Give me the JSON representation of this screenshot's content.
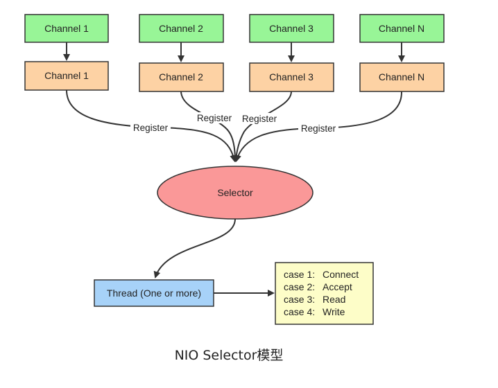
{
  "diagram": {
    "top_channels": [
      "Channel 1",
      "Channel 2",
      "Channel 3",
      "Channel N"
    ],
    "registered_channels": [
      "Channel 1",
      "Channel 2",
      "Channel 3",
      "Channel N"
    ],
    "register_labels": [
      "Register",
      "Register",
      "Register",
      "Register"
    ],
    "selector_label": "Selector",
    "thread_label": "Thread (One or more)",
    "cases": [
      {
        "key": "case 1:",
        "value": "Connect"
      },
      {
        "key": "case 2:",
        "value": "Accept"
      },
      {
        "key": "case 3:",
        "value": "Read"
      },
      {
        "key": "case 4:",
        "value": "Write"
      }
    ],
    "caption": "NIO Selector模型",
    "colors": {
      "top_channel_fill": "#98f597",
      "registered_channel_fill": "#fdd2a4",
      "selector_fill": "#fa9898",
      "thread_fill": "#a7d2f8",
      "case_box_fill": "#fdfdc8",
      "stroke": "#333333"
    }
  }
}
